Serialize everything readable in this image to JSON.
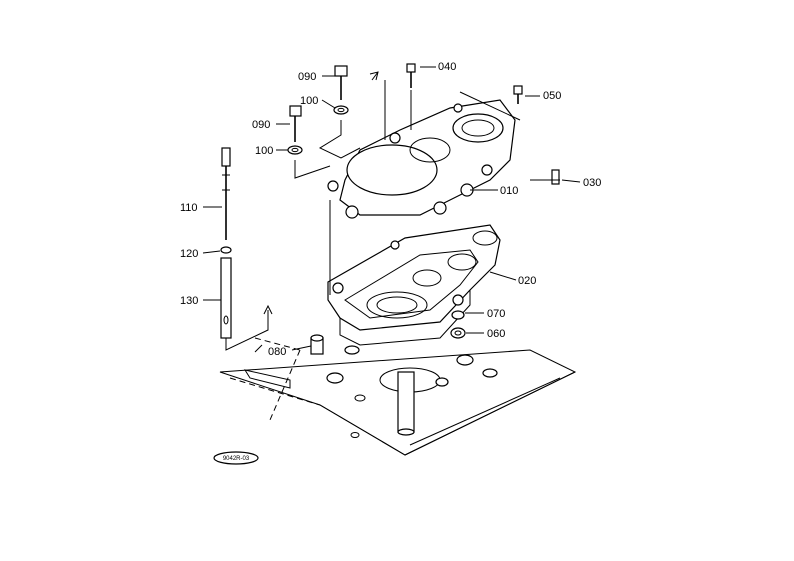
{
  "callouts": [
    {
      "id": "p090a",
      "label": "090"
    },
    {
      "id": "p100a",
      "label": "100"
    },
    {
      "id": "p040",
      "label": "040"
    },
    {
      "id": "p050",
      "label": "050"
    },
    {
      "id": "p090b",
      "label": "090"
    },
    {
      "id": "p100b",
      "label": "100"
    },
    {
      "id": "p010",
      "label": "010"
    },
    {
      "id": "p030",
      "label": "030"
    },
    {
      "id": "p110",
      "label": "110"
    },
    {
      "id": "p120",
      "label": "120"
    },
    {
      "id": "p020",
      "label": "020"
    },
    {
      "id": "p130",
      "label": "130"
    },
    {
      "id": "p070",
      "label": "070"
    },
    {
      "id": "p060",
      "label": "060"
    },
    {
      "id": "p080",
      "label": "080"
    }
  ],
  "stamp": {
    "text": "9042R-03"
  }
}
